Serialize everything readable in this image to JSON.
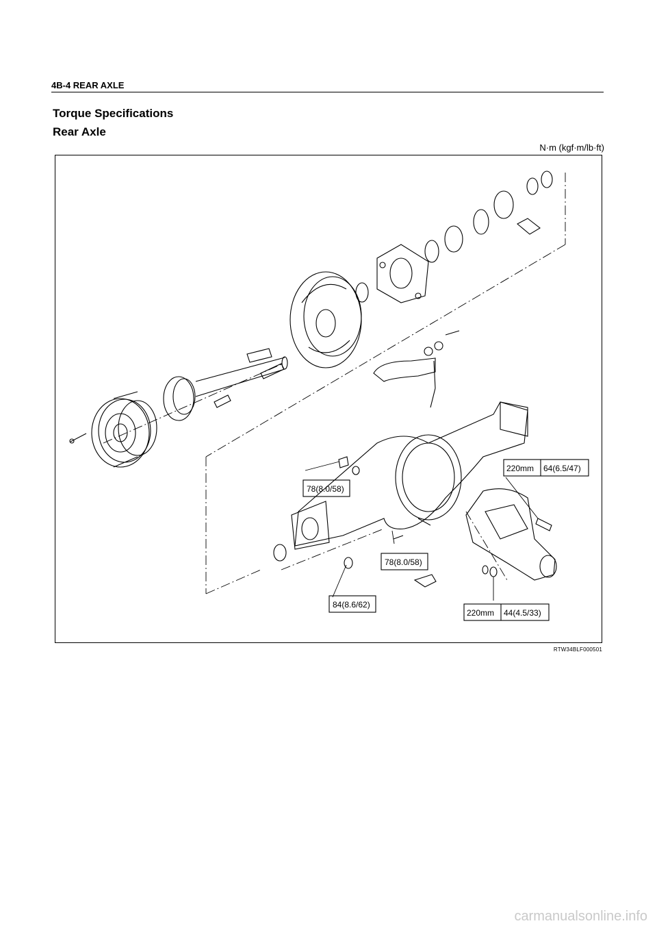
{
  "header": {
    "section": "4B-4  REAR AXLE"
  },
  "headings": {
    "title": "Torque Specifications",
    "subtitle": "Rear Axle"
  },
  "units": "N·m (kgf·m/lb·ft)",
  "torque_labels": {
    "t1": "78(8.0/58)",
    "t2": "78(8.0/58)",
    "t3": "84(8.6/62)",
    "t4_len": "220mm",
    "t4_val": "64(6.5/47)",
    "t5_len": "220mm",
    "t5_val": "44(4.5/33)"
  },
  "figure_code": "RTW34BLF000501",
  "watermark": "carmanualsonline.info"
}
